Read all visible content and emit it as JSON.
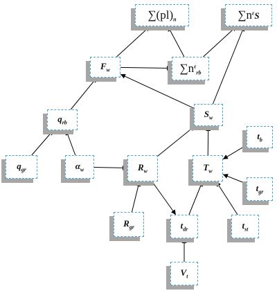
{
  "nodes": {
    "sum_pl": {
      "label": "∑(pl)",
      "sub": "n"
    },
    "sum_nes": {
      "label": "∑n",
      "sup": "ε",
      "tail": "S"
    },
    "fw": {
      "label": "F",
      "sub": "w"
    },
    "sum_nrb": {
      "label": "∑n",
      "sup": "ε",
      "sub": "rb"
    },
    "qrb": {
      "label": "q",
      "sub": "rb"
    },
    "sw": {
      "label": "S",
      "sub": "w"
    },
    "tb": {
      "label": "t",
      "sub": "b"
    },
    "qgr": {
      "label": "q",
      "sub": "gr"
    },
    "aw": {
      "label": "α",
      "sub": "w"
    },
    "rw": {
      "label": "R",
      "sub": "w"
    },
    "tw": {
      "label": "T",
      "sub": "w"
    },
    "tgr": {
      "label": "t",
      "sub": "gr"
    },
    "rgr": {
      "label": "R",
      "sub": "gr"
    },
    "tdr": {
      "label": "t",
      "sub": "dr"
    },
    "tst": {
      "label": "t",
      "sub": "st"
    },
    "vt": {
      "label": "V",
      "sub": "t"
    }
  },
  "edges": [
    [
      "fw",
      "sum_pl"
    ],
    [
      "fw",
      "sum_nrb"
    ],
    [
      "sum_nrb",
      "sum_pl"
    ],
    [
      "sum_nrb",
      "sum_nes"
    ],
    [
      "sw",
      "sum_nes"
    ],
    [
      "sw",
      "fw"
    ],
    [
      "qrb",
      "fw"
    ],
    [
      "qgr",
      "qrb"
    ],
    [
      "aw",
      "qrb"
    ],
    [
      "aw",
      "rw"
    ],
    [
      "rw",
      "sw"
    ],
    [
      "tw",
      "sw"
    ],
    [
      "tb",
      "tw"
    ],
    [
      "tgr",
      "tw"
    ],
    [
      "rw",
      "tdr"
    ],
    [
      "rgr",
      "rw"
    ],
    [
      "tdr",
      "tw"
    ],
    [
      "tst",
      "tw"
    ],
    [
      "vt",
      "tdr"
    ]
  ],
  "colors": {
    "border": "#4aa3c8",
    "shadow": "#a6a6a6",
    "arrow": "#000000"
  }
}
